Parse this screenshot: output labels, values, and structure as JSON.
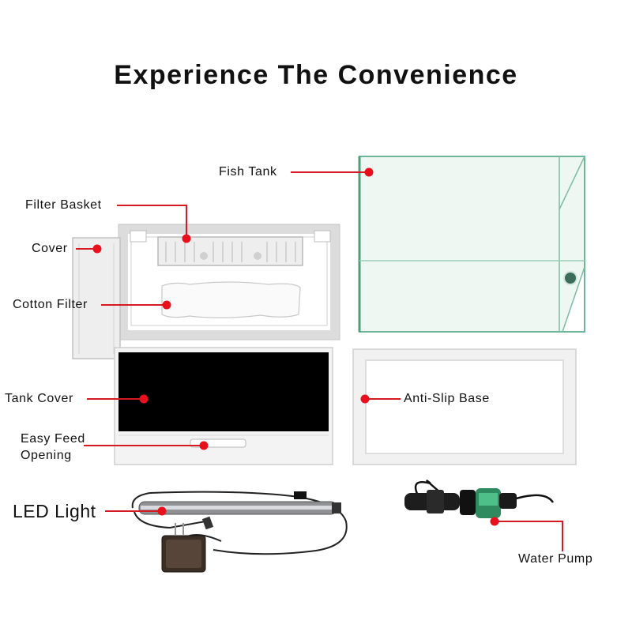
{
  "heading": "Experience The Convenience",
  "labels": {
    "fish_tank": "Fish Tank",
    "filter_basket": "Filter Basket",
    "cover": "Cover",
    "cotton_filter": "Cotton Filter",
    "tank_cover": "Tank Cover",
    "anti_slip_base": "Anti-Slip Base",
    "easy_feed_line1": "Easy Feed",
    "easy_feed_line2": "Opening",
    "led_light": "LED Light",
    "water_pump": "Water Pump"
  },
  "colors": {
    "marker": "#e8101c",
    "leader_line": "#d61a22",
    "glass_edge": "#5fae8c",
    "panel": "#000000",
    "frame": "#f4f4f4"
  }
}
